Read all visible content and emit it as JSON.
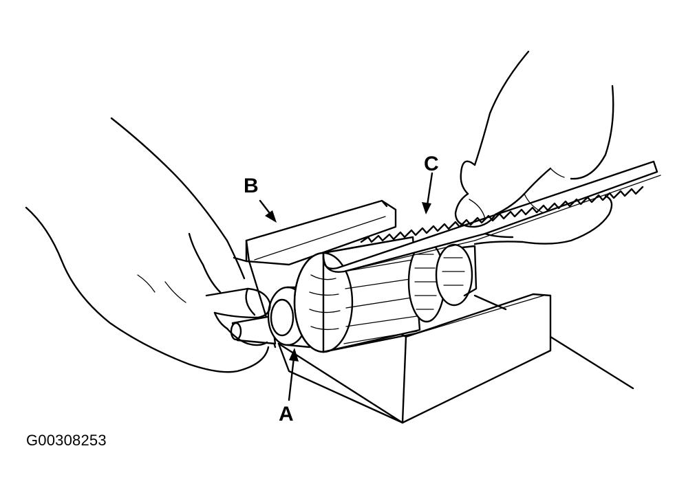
{
  "figure": {
    "figure_id": "G00308253"
  },
  "callouts": [
    {
      "id": "A",
      "label": "A"
    },
    {
      "id": "B",
      "label": "B"
    },
    {
      "id": "C",
      "label": "C"
    }
  ],
  "colors": {
    "line": "#000000",
    "background": "#ffffff"
  }
}
